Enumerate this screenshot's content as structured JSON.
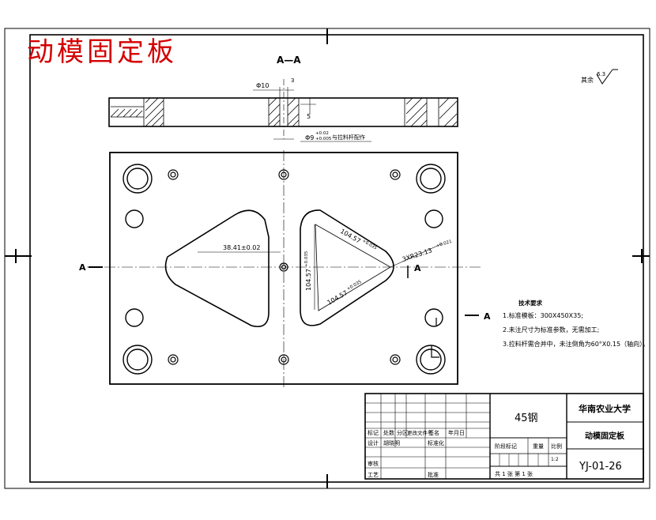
{
  "drawing": {
    "title": "动模固定板",
    "section_label": "A—A",
    "section_marker": "A",
    "roughness_prefix": "其余",
    "roughness_value": "6.3",
    "dims": {
      "d10": "Φ10",
      "d5": "5",
      "d3": "3",
      "fit": "Φ9",
      "fit_tol_up": "+0.02",
      "fit_tol_low": "+0.005",
      "fit_note": "与拉料杆配作",
      "width_left": "38.41±0.02",
      "height_mid": "104.57",
      "height_tol": "+0.035",
      "edge_top": "104.57",
      "edge_top_tol": "+0.035",
      "edge_bottom": "104.57",
      "edge_bottom_tol": "+0.035",
      "radius": "3XR23.13",
      "radius_tol": "+0.021"
    },
    "notes": {
      "title": "技术要求",
      "items": [
        "1.标准模板：300X450X35;",
        "2.未注尺寸为标准参数，无需加工;",
        "3.拉料杆需合并中，未注倒角为60°X0.15（轴向）。"
      ]
    },
    "title_block": {
      "material": "45钢",
      "school": "华南农业大学",
      "part_name": "动模固定板",
      "drawing_no": "YJ-01-26",
      "scale_label": "比例",
      "scale": "1:2",
      "weight_label": "重量",
      "stage_label": "阶段标记",
      "sheet_info": "共 1 张  第 1 张",
      "rev_headers": [
        "标记",
        "处数",
        "分区",
        "更改文件号",
        "签名",
        "年月日"
      ],
      "design_label": "设计",
      "designer": "胡晓明",
      "std_label": "标准化",
      "check_label": "审核",
      "process_label": "工艺",
      "approve_label": "批准"
    }
  }
}
